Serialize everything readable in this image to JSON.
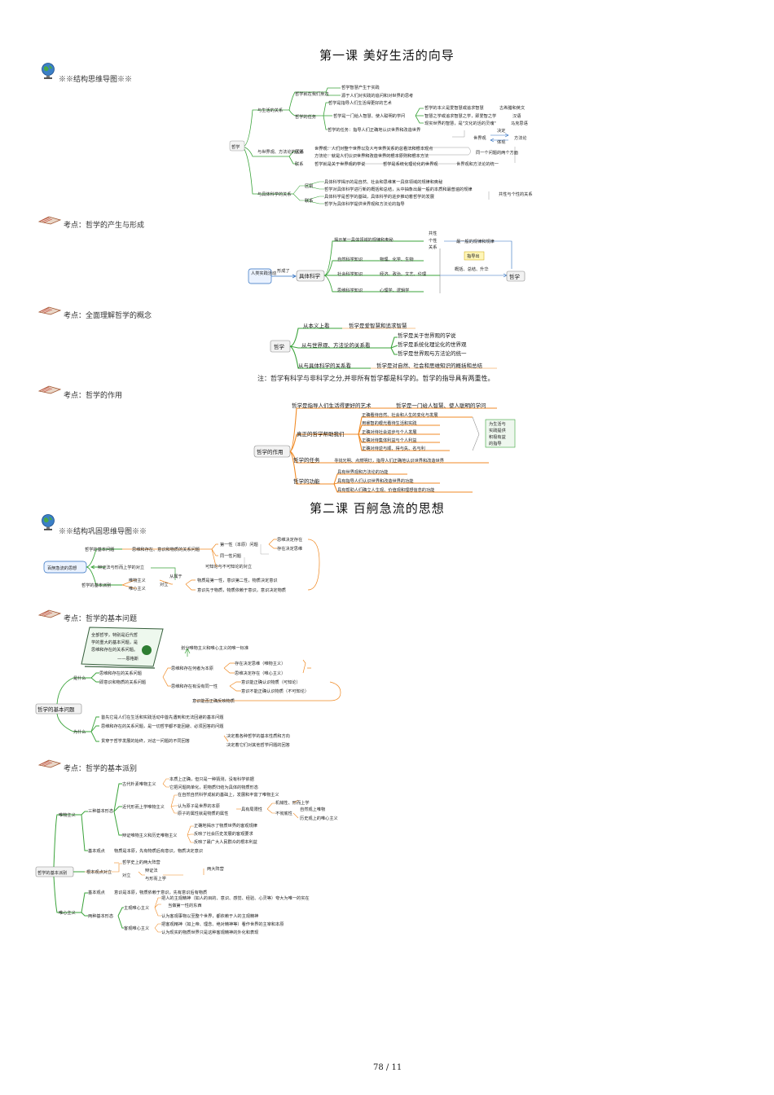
{
  "page": {
    "number": "78 / 11"
  },
  "lesson1": {
    "title": "第一课  美好生活的向导"
  },
  "lesson2": {
    "title": "第二课    百舸急流的思想"
  },
  "sections": {
    "s1": "※※结构思维导图※※",
    "s2": "考点：哲学的产生与形成",
    "s3": "考点：全面理解哲学的概念",
    "s4": "考点：哲学的作用",
    "s5": "※※结构巩固思维导图※※",
    "s6": "考点：哲学的基本问题",
    "s7": "考点：哲学的基本派别"
  },
  "note": "注：哲学有科学与非科学之分,并非所有哲学都是科学的。哲学的指导具有两重性。",
  "map1": {
    "root": "哲学",
    "a": "与生活的关系",
    "a1": "哲学就在我们身边",
    "a1a": "哲学智慧产生于实践",
    "a1b": "源于人们对实践的追问和对世界的思考",
    "a2": "哲学的任务",
    "a2a": "哲学是指导人们生活得更好的艺术",
    "a2b": "哲学是一门给人智慧、使人聪明的学问",
    "a2c1": "哲学的本义是爱智慧或追求智慧",
    "a2c2": "智慧之学或追求智慧之学，即爱智之学",
    "a2c3": "现实世界的智慧，是\"文化的活的灵魂\"",
    "a2d1": "古希腊和英文",
    "a2d2": "汉语",
    "a2d3": "马克思语",
    "a2e": "哲学的任务：指导人们正确地认识世界和改造世界",
    "b": "与世界观、方法论的关系",
    "b1": "区别",
    "b1a": "世界观：人们对整个世界以及人与世界关系的总看法和根本观点",
    "b1b": "方法论：就是人们认识世界和改造世界的根本原则和根本方法",
    "b2": "联系",
    "b2a": "哲学就是关于世界观的学说",
    "b2b": "哲学是系统化理论化的世界观",
    "b3": "世界观",
    "b3a": "决定",
    "b3b": "体现",
    "b3c": "方法论",
    "b4": "同一个问题的两个方面",
    "b5": "世界观和方法论的统一",
    "c": "与具体科学的关系",
    "c1": "区别",
    "c1a": "具体科学揭示的是自然、社会和思维某一具体领域的规律和奥秘",
    "c1b": "哲学对具体科学进行新的概括和总结，从中抽象出最一般的本质和最普遍的规律",
    "c2": "联系",
    "c2a": "具体科学是哲学的基础，具体科学的进步推动着哲学的发展",
    "c2b": "哲学为具体科学提供世界观和方法论的指导",
    "c3": "共性与个性的关系"
  },
  "map2": {
    "a": "人类实践活动",
    "b": "形成了",
    "c": "具体科学",
    "d": "揭示某一具体领域的规律和奥秘",
    "e1": "自然科学知识",
    "e1a": "物理、化学、生物",
    "e2": "社会科学知识",
    "e2a": "经济、政治、文艺、伦理",
    "e3": "思维科学知识",
    "e3a": "心理学、逻辑学",
    "f1": "共性",
    "f2": "个性",
    "f3": "关系",
    "g": "最一般的规律和规律",
    "h": "指导出",
    "i": "概括、总结、升华",
    "j": "哲学"
  },
  "map3": {
    "root": "哲学",
    "a": "从本义上看",
    "a1": "哲学是爱智慧和追求智慧",
    "b": "从与世界观、方法论的关系看",
    "b1": "哲学是关于世界观的学说",
    "b2": "哲学是系统化理论化的世界观",
    "b3": "哲学是世界观与方法论的统一",
    "c": "从与具体科学的关系看",
    "c1": "哲学是对自然、社会和思维知识的概括和总结"
  },
  "map4": {
    "root": "哲学的作用",
    "a": "哲学是指导人们生活得更好的艺术",
    "a1": "哲学是一门给人智慧、使人聪明的学问",
    "b": "真正的哲学帮助我们",
    "b1": "正确看待自然、社会和人生的变化与发展",
    "b2": "用睿智的眼光看待生活和实践",
    "b3": "正确对待社会进步与个人发展",
    "b4": "正确对待集体利益与个人利益",
    "b5": "正确对待逆与顺、得与失、名与利",
    "b6": "为生活与实践提供积极有益的指导",
    "c": "哲学的任务",
    "c1": "寻找光明、点燃明灯，指导人们正确地认识世界和改造世界",
    "d": "哲学的功能",
    "d1": "具有世界观和方法论的功能",
    "d2": "具有指导人们认识世界和改造世界的功能",
    "d3": "具有帮助人们确立人生观、价值观和理想信念的功能"
  },
  "map5": {
    "root": "百舸急流的思想",
    "a": "哲学的基本问题",
    "a1": "思维和存在、意识和物质的关系问题",
    "a2": "第一性（本原）问题",
    "a2a": "思维决定存在",
    "a2b": "存在决定思维",
    "a3": "同一性问题",
    "a4": "可知论与不可知论的对立",
    "b": "辩证法与形而上学的对立",
    "c": "从属于",
    "d": "哲学的基本派别",
    "d1": "唯物主义",
    "d2": "唯心主义",
    "d3": "对立",
    "e1": "物质是第一性，意识第二性，物质决定意识",
    "e2": "意识先于物质，物质依赖于意识，意识决定物质"
  },
  "map6": {
    "book1": "全部哲学，特别是近代哲学的重大的基本问题，是思维和存在的关系问题。",
    "book2": "——恩格斯",
    "root": "哲学的基本问题",
    "a": "是什么",
    "a1": "思维和存在的关系问题",
    "a2": "即意识和物质的关系问题",
    "b": "思维和存在何者为本原",
    "b1": "存在决定思维（唯物主义）",
    "b2": "思维决定存在（唯心主义）",
    "b3": "划分唯物主义和唯心主义的唯一标准",
    "c": "思维和存在有没有同一性",
    "c1": "意识能正确认识物质（可知论）",
    "c2": "意识不能正确认识物质（不可知论）",
    "c3": "意识能否正确反映物质",
    "d": "为什么",
    "d1": "首先它是人们在生活和实践活动中首先遇到和无法回避的基本问题",
    "d2": "思维和存在的关系问题，是一切哲学都不能回避、必须回答的问题",
    "d3": "贯穿于哲学发展的始终，对这一问题的不同回答",
    "d4": "决定着各种哲学的基本性质和方向",
    "d5": "决定着它们对其他哲学问题的回答"
  },
  "map7": {
    "root": "哲学的基本派别",
    "a": "唯物主义",
    "a1": "三种基本形态",
    "a11": "古代朴素唯物主义",
    "a11a": "本质上正确，但只是一种猜测，没有科学依据",
    "a11b": "它把问题简单化，把物质归结为具体的物质形态",
    "a12": "近代形而上学唯物主义",
    "a12a": "在自然自然科学成就的基础上，发展和丰富了唯物主义",
    "a12b": "认为原子是世界的本原",
    "a12c": "原子的属性就是物质的属性",
    "a12d": "具有局限性",
    "a12e": "机械性、形而上学",
    "a12f": "自然观上唯物",
    "a12g": "不彻底性",
    "a12h": "历史观上的唯心主义",
    "a13": "辩证唯物主义和历史唯物主义",
    "a13a": "正确地揭示了物质世界的客观规律",
    "a13b": "反映了社会历史发展的客观要求",
    "a13c": "反映了最广大人民群众的根本利益",
    "a2": "基本观点",
    "a2a": "物质是本原，先有物质后有意识，物质决定意识",
    "b": "根本观点对立",
    "b1": "哲学史上的两大阵营",
    "b2": "辩证法",
    "b3": "与形而上学",
    "b4": "对立",
    "b5": "两大阵营",
    "c": "唯心主义",
    "c1": "基本观点",
    "c1a": "意识是本原，物质依赖于意识，先有意识后有物质",
    "c2": "两种基本形态",
    "c21": "主观唯心主义",
    "c21a": "把人的主观精神（如人的目的、意识、感觉、经验、心灵等）夸大为唯一的实在",
    "c21b": "当做第一性的东西",
    "c21c": "认为客观事物以至整个世界，都依赖于人的主观精神",
    "c22": "客观唯心主义",
    "c22a": "把客观精神（如上帝、理念、绝对精神等）看作世界的主宰和本原",
    "c22b": "认为现实的物质世界只是这种客观精神的外化和表现"
  },
  "colors": {
    "green": "#3aa33a",
    "orange": "#f08a24",
    "blue": "#2e6fc0",
    "text": "#111111"
  }
}
